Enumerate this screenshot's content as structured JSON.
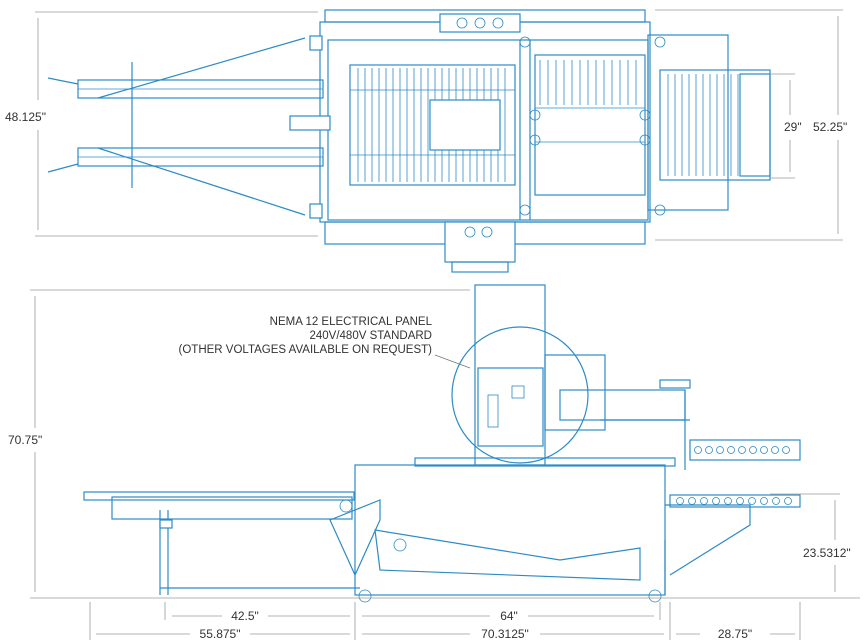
{
  "colors": {
    "machine_line": "#2d8bc6",
    "dimension_line": "#9a9a9a",
    "label_text": "#333333",
    "background": "#ffffff"
  },
  "top_view": {
    "dimensions": {
      "overall_width_left": "48.125\"",
      "conveyor_width": "29\"",
      "overall_width_right": "52.25\""
    }
  },
  "side_view": {
    "callout": {
      "line1": "NEMA 12 ELECTRICAL PANEL",
      "line2": "240V/480V STANDARD",
      "line3": "(OTHER VOLTAGES AVAILABLE ON REQUEST)"
    },
    "dimensions": {
      "overall_height": "70.75\"",
      "infeed_height": "23.5312\"",
      "infeed_leg_span": "42.5\"",
      "base_length": "64\"",
      "infeed_length": "55.875\"",
      "machine_length": "70.3125\"",
      "outfeed_length": "28.75\""
    }
  }
}
